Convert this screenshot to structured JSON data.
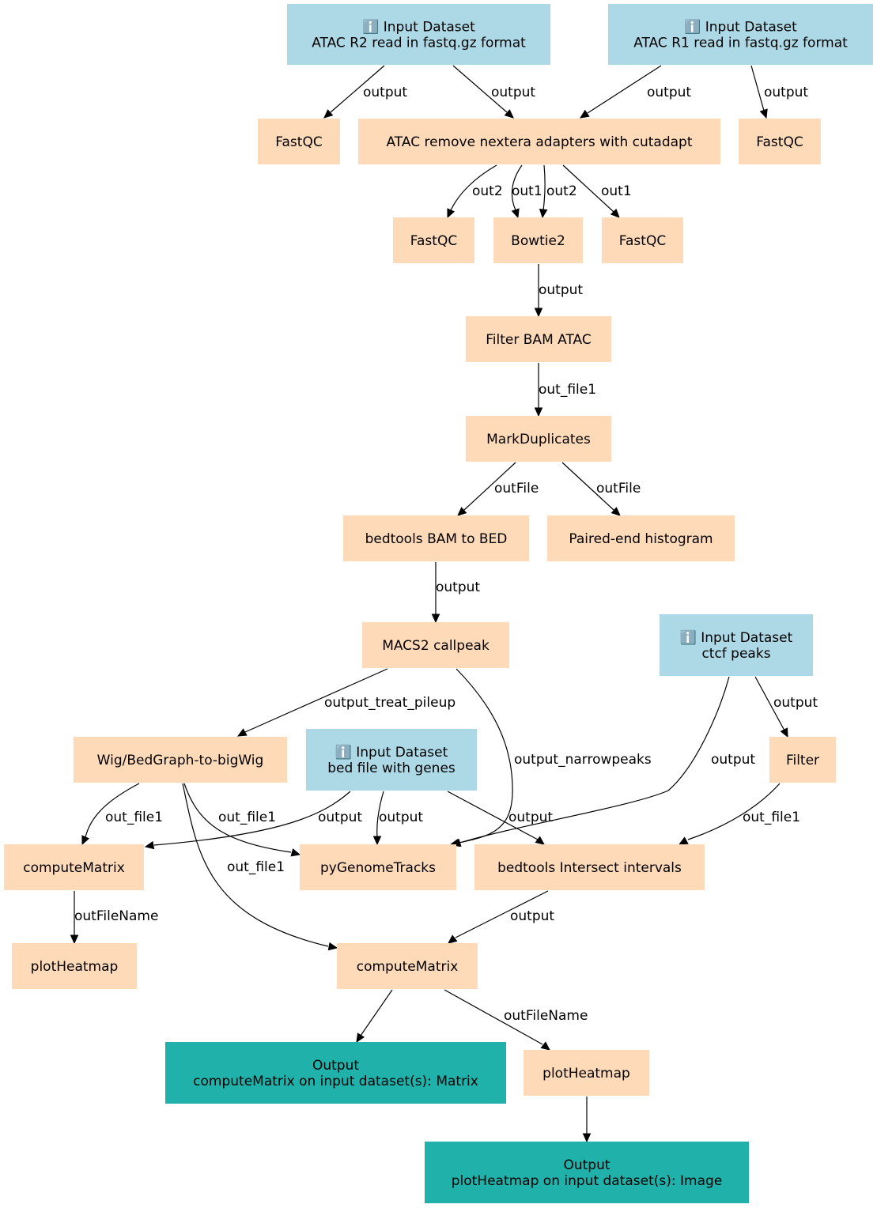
{
  "colors": {
    "input": "#add8e6",
    "tool": "#ffdab9",
    "output": "#20b2aa",
    "edge": "#000000",
    "background": "#ffffff"
  },
  "input_icon": "info-icon",
  "nodes": [
    {
      "id": "in_r2",
      "kind": "input",
      "lines": [
        "ℹ️ Input Dataset",
        "ATAC R2 read in fastq.gz format"
      ]
    },
    {
      "id": "in_r1",
      "kind": "input",
      "lines": [
        "ℹ️ Input Dataset",
        "ATAC R1 read in fastq.gz format"
      ]
    },
    {
      "id": "fastqc_a",
      "kind": "tool",
      "lines": [
        "FastQC"
      ]
    },
    {
      "id": "cutadapt",
      "kind": "tool",
      "lines": [
        "ATAC remove nextera adapters with cutadapt"
      ]
    },
    {
      "id": "fastqc_b",
      "kind": "tool",
      "lines": [
        "FastQC"
      ]
    },
    {
      "id": "fastqc_c",
      "kind": "tool",
      "lines": [
        "FastQC"
      ]
    },
    {
      "id": "bowtie2",
      "kind": "tool",
      "lines": [
        "Bowtie2"
      ]
    },
    {
      "id": "fastqc_d",
      "kind": "tool",
      "lines": [
        "FastQC"
      ]
    },
    {
      "id": "filterbam",
      "kind": "tool",
      "lines": [
        "Filter BAM ATAC"
      ]
    },
    {
      "id": "markdup",
      "kind": "tool",
      "lines": [
        "MarkDuplicates"
      ]
    },
    {
      "id": "bam2bed",
      "kind": "tool",
      "lines": [
        "bedtools BAM to BED"
      ]
    },
    {
      "id": "pehist",
      "kind": "tool",
      "lines": [
        "Paired-end histogram"
      ]
    },
    {
      "id": "macs2",
      "kind": "tool",
      "lines": [
        "MACS2 callpeak"
      ]
    },
    {
      "id": "in_ctcf",
      "kind": "input",
      "lines": [
        "ℹ️ Input Dataset",
        "ctcf peaks"
      ]
    },
    {
      "id": "wig2bw",
      "kind": "tool",
      "lines": [
        "Wig/BedGraph-to-bigWig"
      ]
    },
    {
      "id": "in_genes",
      "kind": "input",
      "lines": [
        "ℹ️ Input Dataset",
        "bed file with genes"
      ]
    },
    {
      "id": "filter",
      "kind": "tool",
      "lines": [
        "Filter"
      ]
    },
    {
      "id": "cm1",
      "kind": "tool",
      "lines": [
        "computeMatrix"
      ]
    },
    {
      "id": "pygt",
      "kind": "tool",
      "lines": [
        "pyGenomeTracks"
      ]
    },
    {
      "id": "intersect",
      "kind": "tool",
      "lines": [
        "bedtools Intersect intervals"
      ]
    },
    {
      "id": "heat1",
      "kind": "tool",
      "lines": [
        "plotHeatmap"
      ]
    },
    {
      "id": "cm2",
      "kind": "tool",
      "lines": [
        "computeMatrix"
      ]
    },
    {
      "id": "out_matrix",
      "kind": "output",
      "lines": [
        "Output",
        "computeMatrix on input dataset(s): Matrix"
      ]
    },
    {
      "id": "heat2",
      "kind": "tool",
      "lines": [
        "plotHeatmap"
      ]
    },
    {
      "id": "out_image",
      "kind": "output",
      "lines": [
        "Output",
        "plotHeatmap on input dataset(s): Image"
      ]
    }
  ],
  "edges": [
    {
      "id": "e1",
      "from": "in_r2",
      "to": "fastqc_a",
      "label": "output"
    },
    {
      "id": "e2",
      "from": "in_r2",
      "to": "cutadapt",
      "label": "output"
    },
    {
      "id": "e3",
      "from": "in_r1",
      "to": "cutadapt",
      "label": "output"
    },
    {
      "id": "e4",
      "from": "in_r1",
      "to": "fastqc_b",
      "label": "output"
    },
    {
      "id": "e5",
      "from": "cutadapt",
      "to": "fastqc_c",
      "label": "out2"
    },
    {
      "id": "e6",
      "from": "cutadapt",
      "to": "bowtie2",
      "label": "out1"
    },
    {
      "id": "e7",
      "from": "cutadapt",
      "to": "bowtie2",
      "label": "out2"
    },
    {
      "id": "e8",
      "from": "cutadapt",
      "to": "fastqc_d",
      "label": "out1"
    },
    {
      "id": "e9",
      "from": "bowtie2",
      "to": "filterbam",
      "label": "output"
    },
    {
      "id": "e10",
      "from": "filterbam",
      "to": "markdup",
      "label": "out_file1"
    },
    {
      "id": "e11",
      "from": "markdup",
      "to": "bam2bed",
      "label": "outFile"
    },
    {
      "id": "e12",
      "from": "markdup",
      "to": "pehist",
      "label": "outFile"
    },
    {
      "id": "e13",
      "from": "bam2bed",
      "to": "macs2",
      "label": "output"
    },
    {
      "id": "e14",
      "from": "macs2",
      "to": "wig2bw",
      "label": "output_treat_pileup"
    },
    {
      "id": "e15",
      "from": "macs2",
      "to": "pygt",
      "label": "output_narrowpeaks"
    },
    {
      "id": "e16",
      "from": "in_ctcf",
      "to": "pygt",
      "label": "output"
    },
    {
      "id": "e17",
      "from": "in_ctcf",
      "to": "filter",
      "label": "output"
    },
    {
      "id": "e18",
      "from": "wig2bw",
      "to": "cm1",
      "label": "out_file1"
    },
    {
      "id": "e19",
      "from": "wig2bw",
      "to": "pygt",
      "label": "out_file1"
    },
    {
      "id": "e20",
      "from": "wig2bw",
      "to": "cm2",
      "label": "out_file1"
    },
    {
      "id": "e21",
      "from": "in_genes",
      "to": "cm1",
      "label": "output"
    },
    {
      "id": "e22",
      "from": "in_genes",
      "to": "pygt",
      "label": "output"
    },
    {
      "id": "e23",
      "from": "in_genes",
      "to": "intersect",
      "label": "output"
    },
    {
      "id": "e24",
      "from": "filter",
      "to": "intersect",
      "label": "out_file1"
    },
    {
      "id": "e25",
      "from": "cm1",
      "to": "heat1",
      "label": "outFileName"
    },
    {
      "id": "e26",
      "from": "intersect",
      "to": "cm2",
      "label": "output"
    },
    {
      "id": "e27",
      "from": "cm2",
      "to": "out_matrix",
      "label": ""
    },
    {
      "id": "e28",
      "from": "cm2",
      "to": "heat2",
      "label": "outFileName"
    },
    {
      "id": "e29",
      "from": "heat2",
      "to": "out_image",
      "label": ""
    }
  ]
}
